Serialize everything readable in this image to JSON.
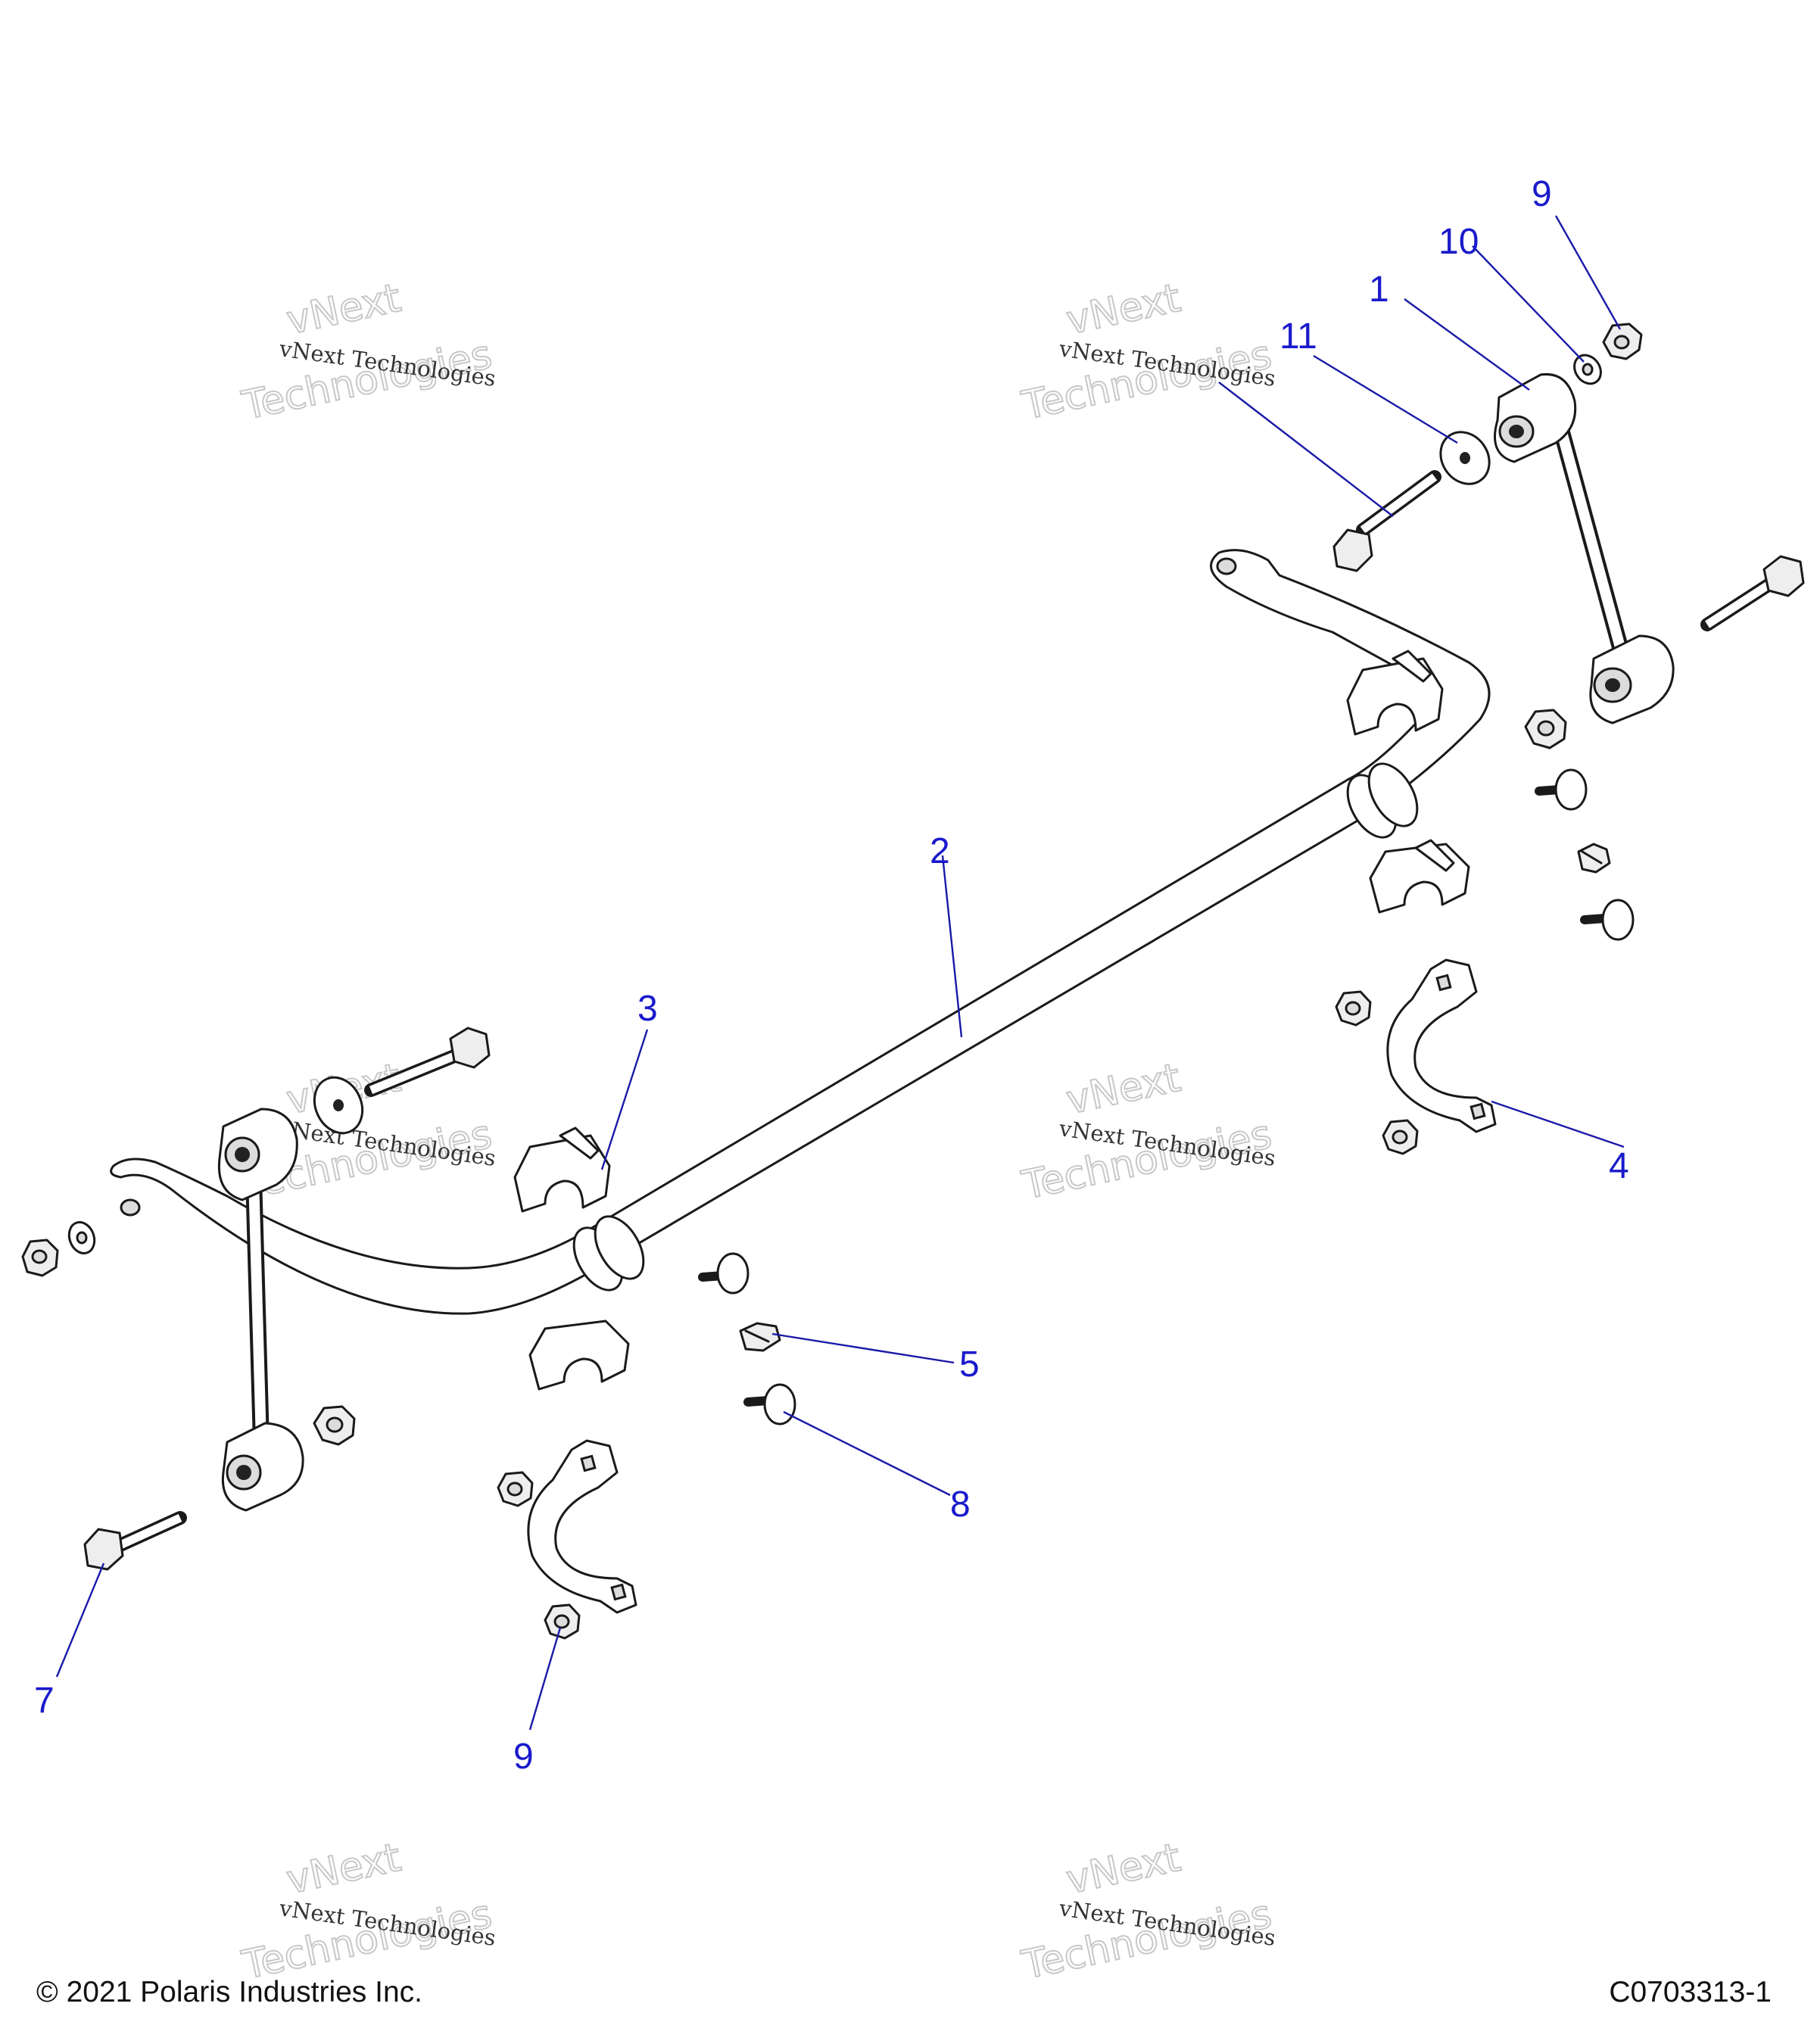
{
  "callouts": [
    "1",
    "2",
    "3",
    "4",
    "5",
    "7",
    "8",
    "9",
    "9",
    "10",
    "11"
  ],
  "watermark": {
    "line_small": "vNext Technologies",
    "word_a": "vNext",
    "word_b": "Technologies"
  },
  "footer": {
    "copyright": "© 2021 Polaris Industries Inc.",
    "drawing_id": "C0703313-1"
  },
  "colors": {
    "callout": "#1a1acc",
    "leader": "#1a1aa8",
    "line_art": "#1a1a1a"
  }
}
